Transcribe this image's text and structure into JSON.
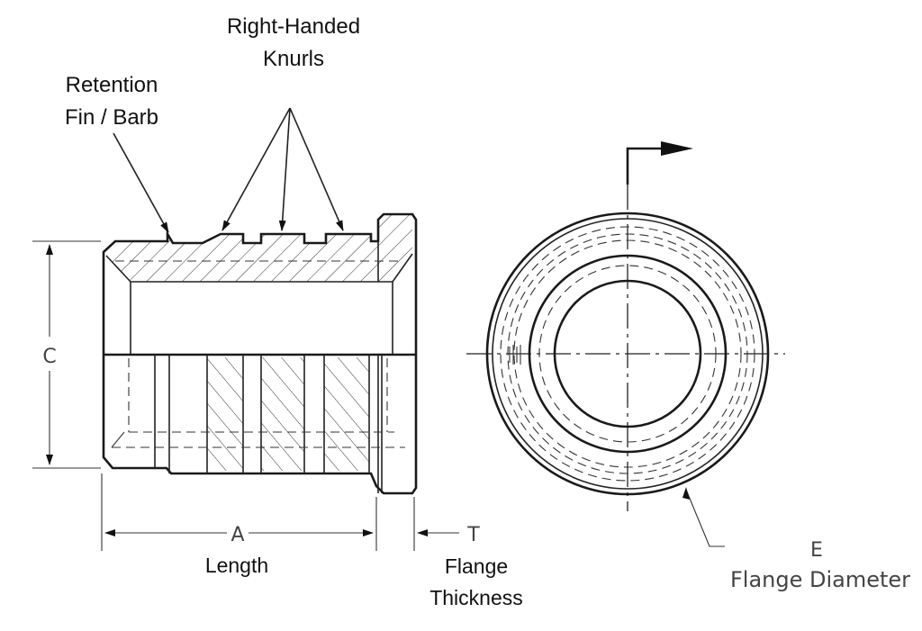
{
  "labels": {
    "knurls_line1": "Right-Handed",
    "knurls_line2": "Knurls",
    "fin_line1": "Retention",
    "fin_line2": "Fin / Barb",
    "dim_c": "C",
    "dim_a": "A",
    "length": "Length",
    "dim_t": "T",
    "flange_thickness_line1": "Flange",
    "flange_thickness_line2": "Thickness",
    "dim_e": "E",
    "flange_diameter": "Flange Diameter"
  },
  "colors": {
    "line": "#1a1a1a",
    "text": "#111111",
    "dim_text": "#444444",
    "background": "#ffffff"
  }
}
